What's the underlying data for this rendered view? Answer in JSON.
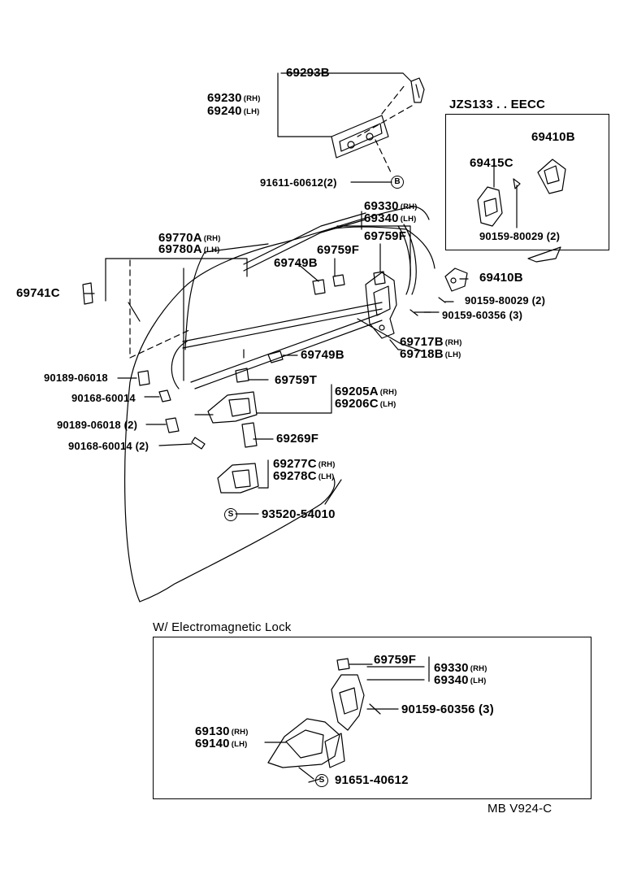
{
  "labels": {
    "p69293B": "69293B",
    "p69230": "69230",
    "p69240": "69240",
    "p91611": "91611-60612(2)",
    "markB": "B",
    "p69330": "69330",
    "p69340": "69340",
    "p69770A": "69770A",
    "p69780A": "69780A",
    "p69759F_a": "69759F",
    "p69759F_b": "69759F",
    "p69749B_a": "69749B",
    "p69749B_b": "69749B",
    "p69741C": "69741C",
    "p69410B_main": "69410B",
    "p90159_80029_main": "90159-80029 (2)",
    "p90159_60356_main": "90159-60356 (3)",
    "p69717B": "69717B",
    "p69718B": "69718B",
    "p90189_a": "90189-06018",
    "p90168_a": "90168-60014",
    "p90189_b": "90189-06018 (2)",
    "p90168_b": "90168-60014 (2)",
    "p69759T": "69759T",
    "p69205A": "69205A",
    "p69206C": "69206C",
    "p69269F": "69269F",
    "p69277C": "69277C",
    "p69278C": "69278C",
    "p93520": "93520-54010",
    "markS": "S",
    "rh": "(RH)",
    "lh": "(LH)"
  },
  "inset": {
    "title": "JZS133 . . EECC",
    "p69410B": "69410B",
    "p69415C": "69415C",
    "p90159_80029": "90159-80029 (2)"
  },
  "emlock": {
    "title": "W/ Electromagnetic Lock",
    "p69759F": "69759F",
    "p69330": "69330",
    "p69340": "69340",
    "p90159_60356": "90159-60356 (3)",
    "p69130": "69130",
    "p69140": "69140",
    "p91651": "91651-40612",
    "markS": "S"
  },
  "footer": {
    "code": "MB V924-C"
  }
}
